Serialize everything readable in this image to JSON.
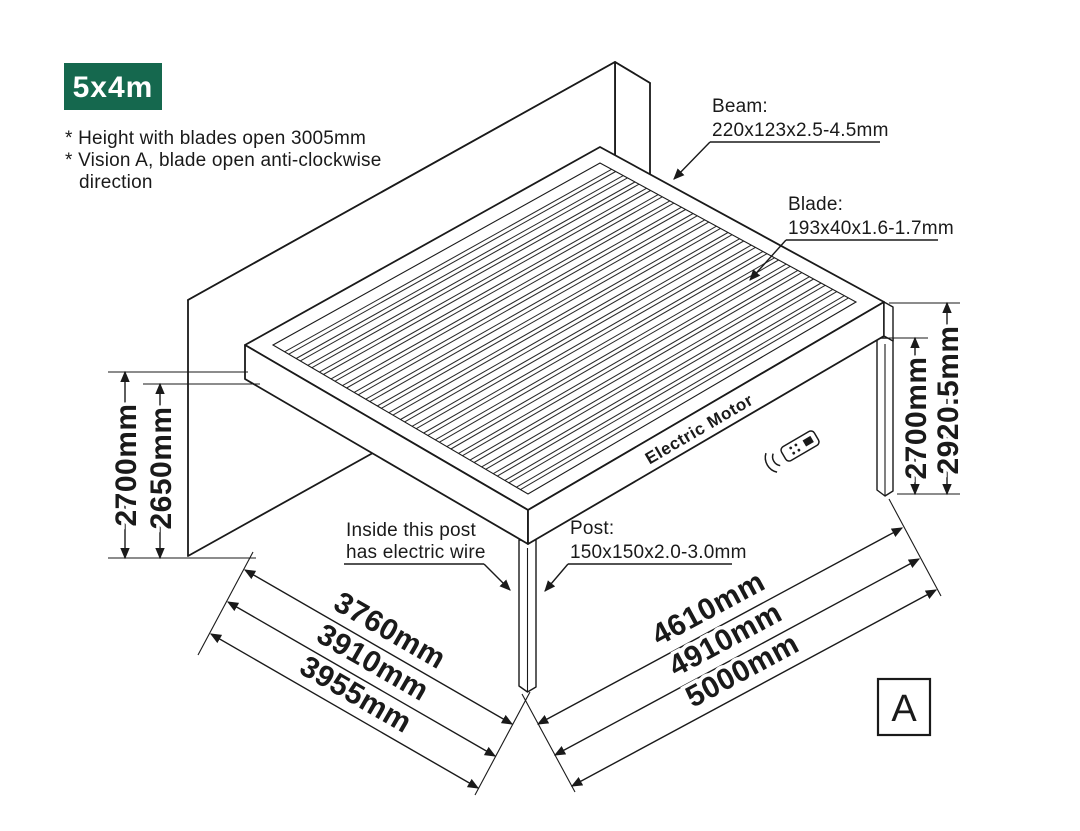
{
  "badge": {
    "label": "5x4m",
    "color": "#15684E"
  },
  "notes": {
    "line1": "* Height with blades open 3005mm",
    "line2": "* Vision A, blade open anti-clockwise",
    "line3": "direction"
  },
  "callouts": {
    "beam": {
      "title": "Beam:",
      "dims": "220x123x2.5-4.5mm"
    },
    "blade": {
      "title": "Blade:",
      "dims": "193x40x1.6-1.7mm"
    },
    "post": {
      "title": "Post:",
      "dims": "150x150x2.0-3.0mm"
    },
    "wire": {
      "line1": "Inside this post",
      "line2": "has electric wire"
    },
    "motor": {
      "label": "Electric Motor"
    }
  },
  "dimensions": {
    "left_outer": "2700mm",
    "left_inner": "2650mm",
    "right_inner": "2700mm",
    "right_outer": "2920.5mm",
    "bottom_left": [
      "3760mm",
      "3910mm",
      "3955mm"
    ],
    "bottom_right": [
      "4610mm",
      "4910mm",
      "5000mm"
    ]
  },
  "view_label": "A"
}
